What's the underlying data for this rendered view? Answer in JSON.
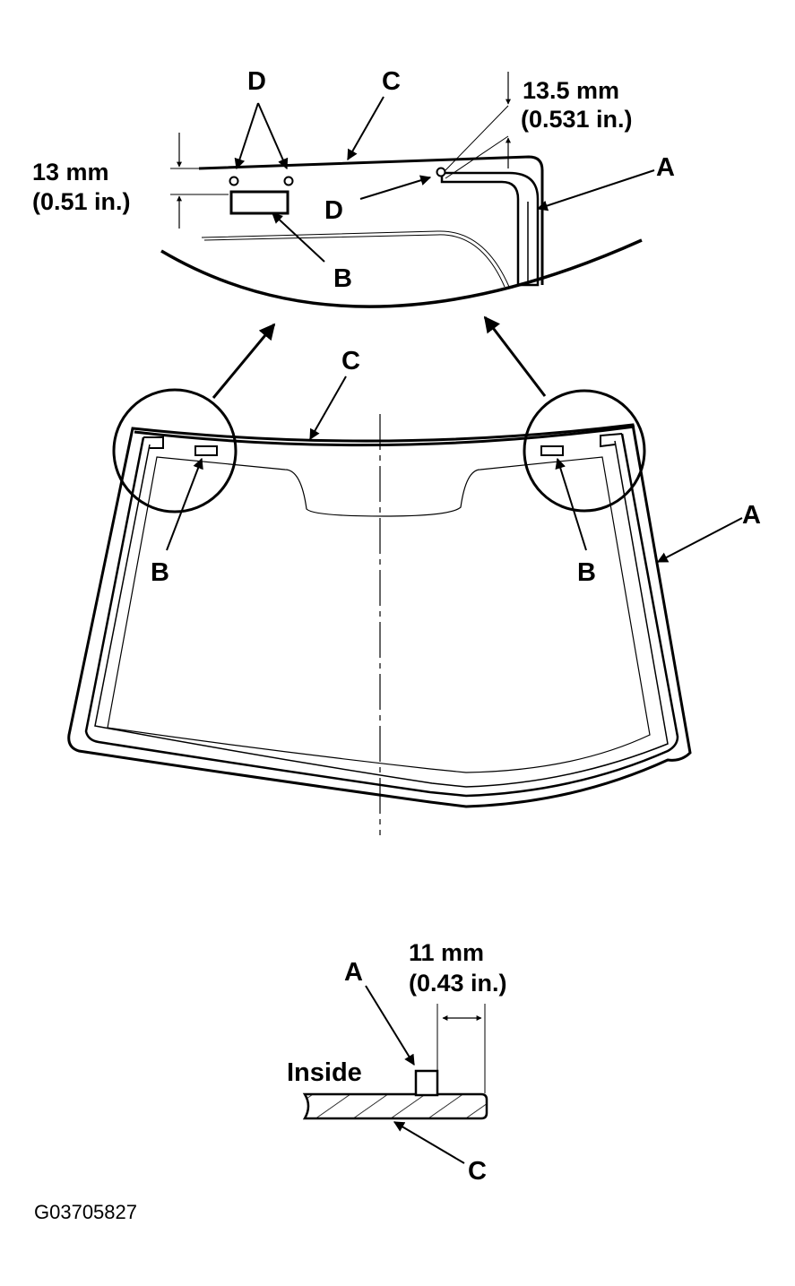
{
  "diagram": {
    "callouts": {
      "d_top": "D",
      "c_top": "C",
      "a_detail": "A",
      "b_detail": "B",
      "d_detail": "D",
      "c_main": "C",
      "a_main": "A",
      "b_left": "B",
      "b_right": "B",
      "a_section": "A",
      "c_section": "C"
    },
    "dimensions": {
      "top_offset_mm": "13 mm",
      "top_offset_in": "(0.51 in.)",
      "corner_offset_mm": "13.5 mm",
      "corner_offset_in": "(0.531 in.)",
      "section_offset_mm": "11 mm",
      "section_offset_in": "(0.43 in.)"
    },
    "section_label": "Inside",
    "figure_code": "G03705827"
  }
}
